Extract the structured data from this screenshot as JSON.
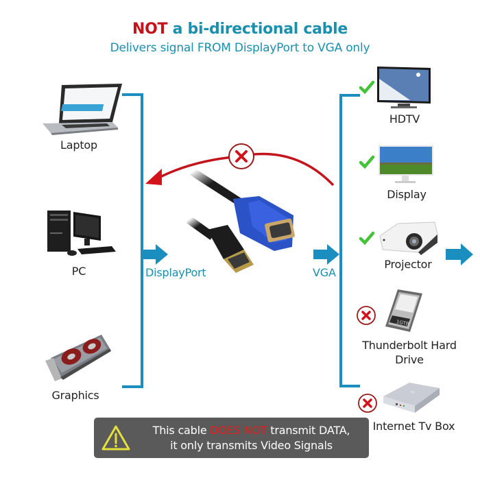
{
  "header": {
    "title_highlight": "NOT",
    "title_rest": " a bi-directional cable",
    "subtitle": "Delivers signal FROM DisplayPort to VGA only"
  },
  "colors": {
    "accent": "#1a8fbf",
    "text_accent": "#1a8fae",
    "warning_red": "#c3131b",
    "check_green": "#44c23a",
    "box_gray": "#5a5a5a",
    "warning_yellow": "#e6e03a"
  },
  "sources": [
    {
      "label": "Laptop",
      "icon": "laptop-icon"
    },
    {
      "label": "PC",
      "icon": "desktop-pc-icon"
    },
    {
      "label": "Graphics",
      "icon": "graphics-card-icon"
    }
  ],
  "ports": {
    "input": "DisplayPort",
    "output": "VGA"
  },
  "reverse_direction": {
    "status": "not-supported",
    "icon": "x-circle-icon"
  },
  "destinations": [
    {
      "label": "HDTV",
      "supported": true,
      "status_icon": "check-icon"
    },
    {
      "label": "Display",
      "supported": true,
      "status_icon": "check-icon"
    },
    {
      "label": "Projector",
      "supported": true,
      "status_icon": "check-icon"
    },
    {
      "label_line1": "Thunderbolt Hard",
      "label_line2": "Drive",
      "supported": false,
      "status_icon": "x-circle-icon"
    },
    {
      "label": "Internet Tv Box",
      "supported": false,
      "status_icon": "x-circle-icon"
    }
  ],
  "warning": {
    "prefix": "This cable ",
    "highlight": "DOES NOT",
    "suffix": " transmit DATA,",
    "line2": "it only transmits Video Signals",
    "icon": "warning-triangle-icon"
  }
}
